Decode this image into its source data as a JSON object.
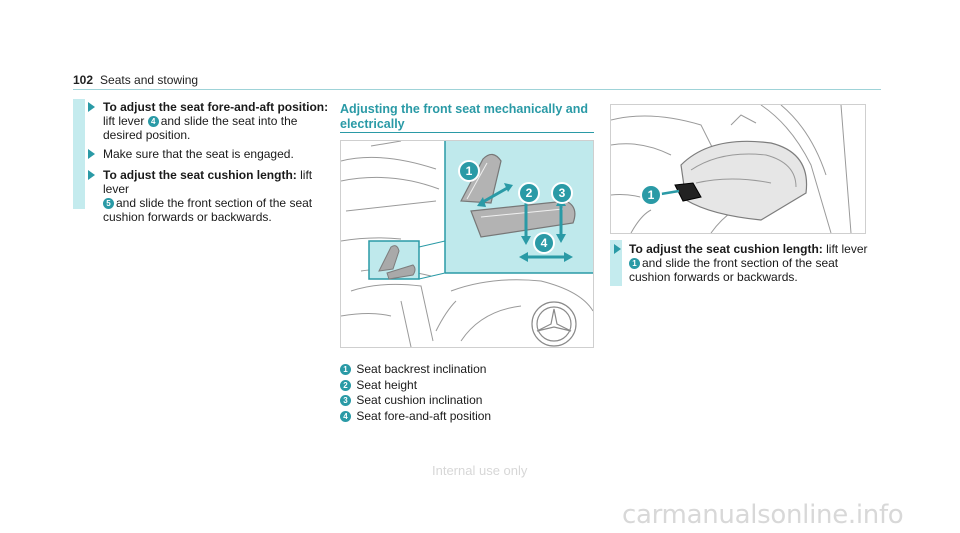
{
  "header": {
    "page_number": "102",
    "section": "Seats and stowing"
  },
  "col1": {
    "step1_bold": "To adjust the seat fore-and-aft position:",
    "step1_pre": "lift lever",
    "step1_badge": "4",
    "step1_post": "and slide the seat into the",
    "step1_line3": "desired position.",
    "step2": "Make sure that the seat is engaged.",
    "step3_bold": "To adjust the seat cushion length:",
    "step3_after": "lift lever",
    "step3_badge": "5",
    "step3_line2": "and slide the front section of the seat",
    "step3_line3": "cushion forwards or backwards."
  },
  "section": {
    "title_line1": "Adjusting the front seat mechanically and",
    "title_line2": "electrically"
  },
  "figure1": {
    "callouts": [
      "1",
      "2",
      "3",
      "4"
    ]
  },
  "legend": [
    {
      "num": "1",
      "text": "Seat backrest inclination"
    },
    {
      "num": "2",
      "text": "Seat height"
    },
    {
      "num": "3",
      "text": "Seat cushion inclination"
    },
    {
      "num": "4",
      "text": "Seat fore-and-aft position"
    }
  ],
  "figure2": {
    "callout": "1"
  },
  "col3": {
    "step_bold": "To adjust the seat cushion length:",
    "step_after": "lift lever",
    "step_badge": "1",
    "step_line2": "and slide the front section of the seat",
    "step_line3": "cushion forwards or backwards."
  },
  "watermark": "Internal use only",
  "site_watermark": "carmanualsonline.info",
  "colors": {
    "accent": "#2a9aa6",
    "bar": "#c4ebee",
    "figure_highlight": "#bfe9ec"
  }
}
